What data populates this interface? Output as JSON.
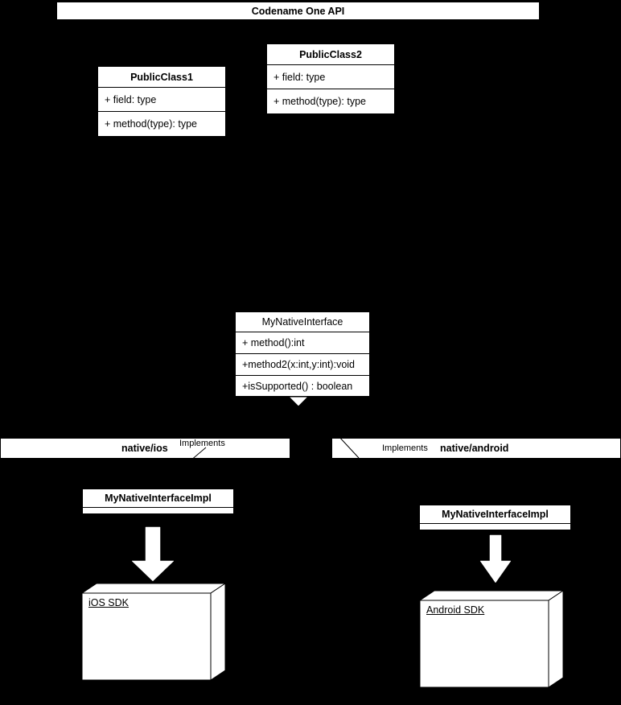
{
  "diagram": {
    "title_banner": {
      "label": "Codename One API"
    },
    "api_classes": [
      {
        "name": "PublicClass1",
        "field": "+ field: type",
        "method": "+ method(type): type"
      },
      {
        "name": "PublicClass2",
        "field": "+ field: type",
        "method": "+ method(type): type"
      }
    ],
    "native_interface": {
      "name": "MyNativeInterface",
      "members": [
        "+ method():int",
        "+method2(x:int,y:int):void",
        "+isSupported() : boolean"
      ]
    },
    "platform_bands": [
      {
        "name": "native/ios",
        "edge_label": "Implements"
      },
      {
        "name": "native/android",
        "edge_label": "Implements"
      }
    ],
    "implementations": [
      {
        "name": "MyNativeInterfaceImpl"
      },
      {
        "name": "MyNativeInterfaceImpl"
      }
    ],
    "sdk_nodes": [
      {
        "name": "iOS SDK"
      },
      {
        "name": "Android SDK"
      }
    ],
    "colors": {
      "background": "#000000",
      "fill": "#ffffff",
      "stroke": "#000000"
    }
  }
}
